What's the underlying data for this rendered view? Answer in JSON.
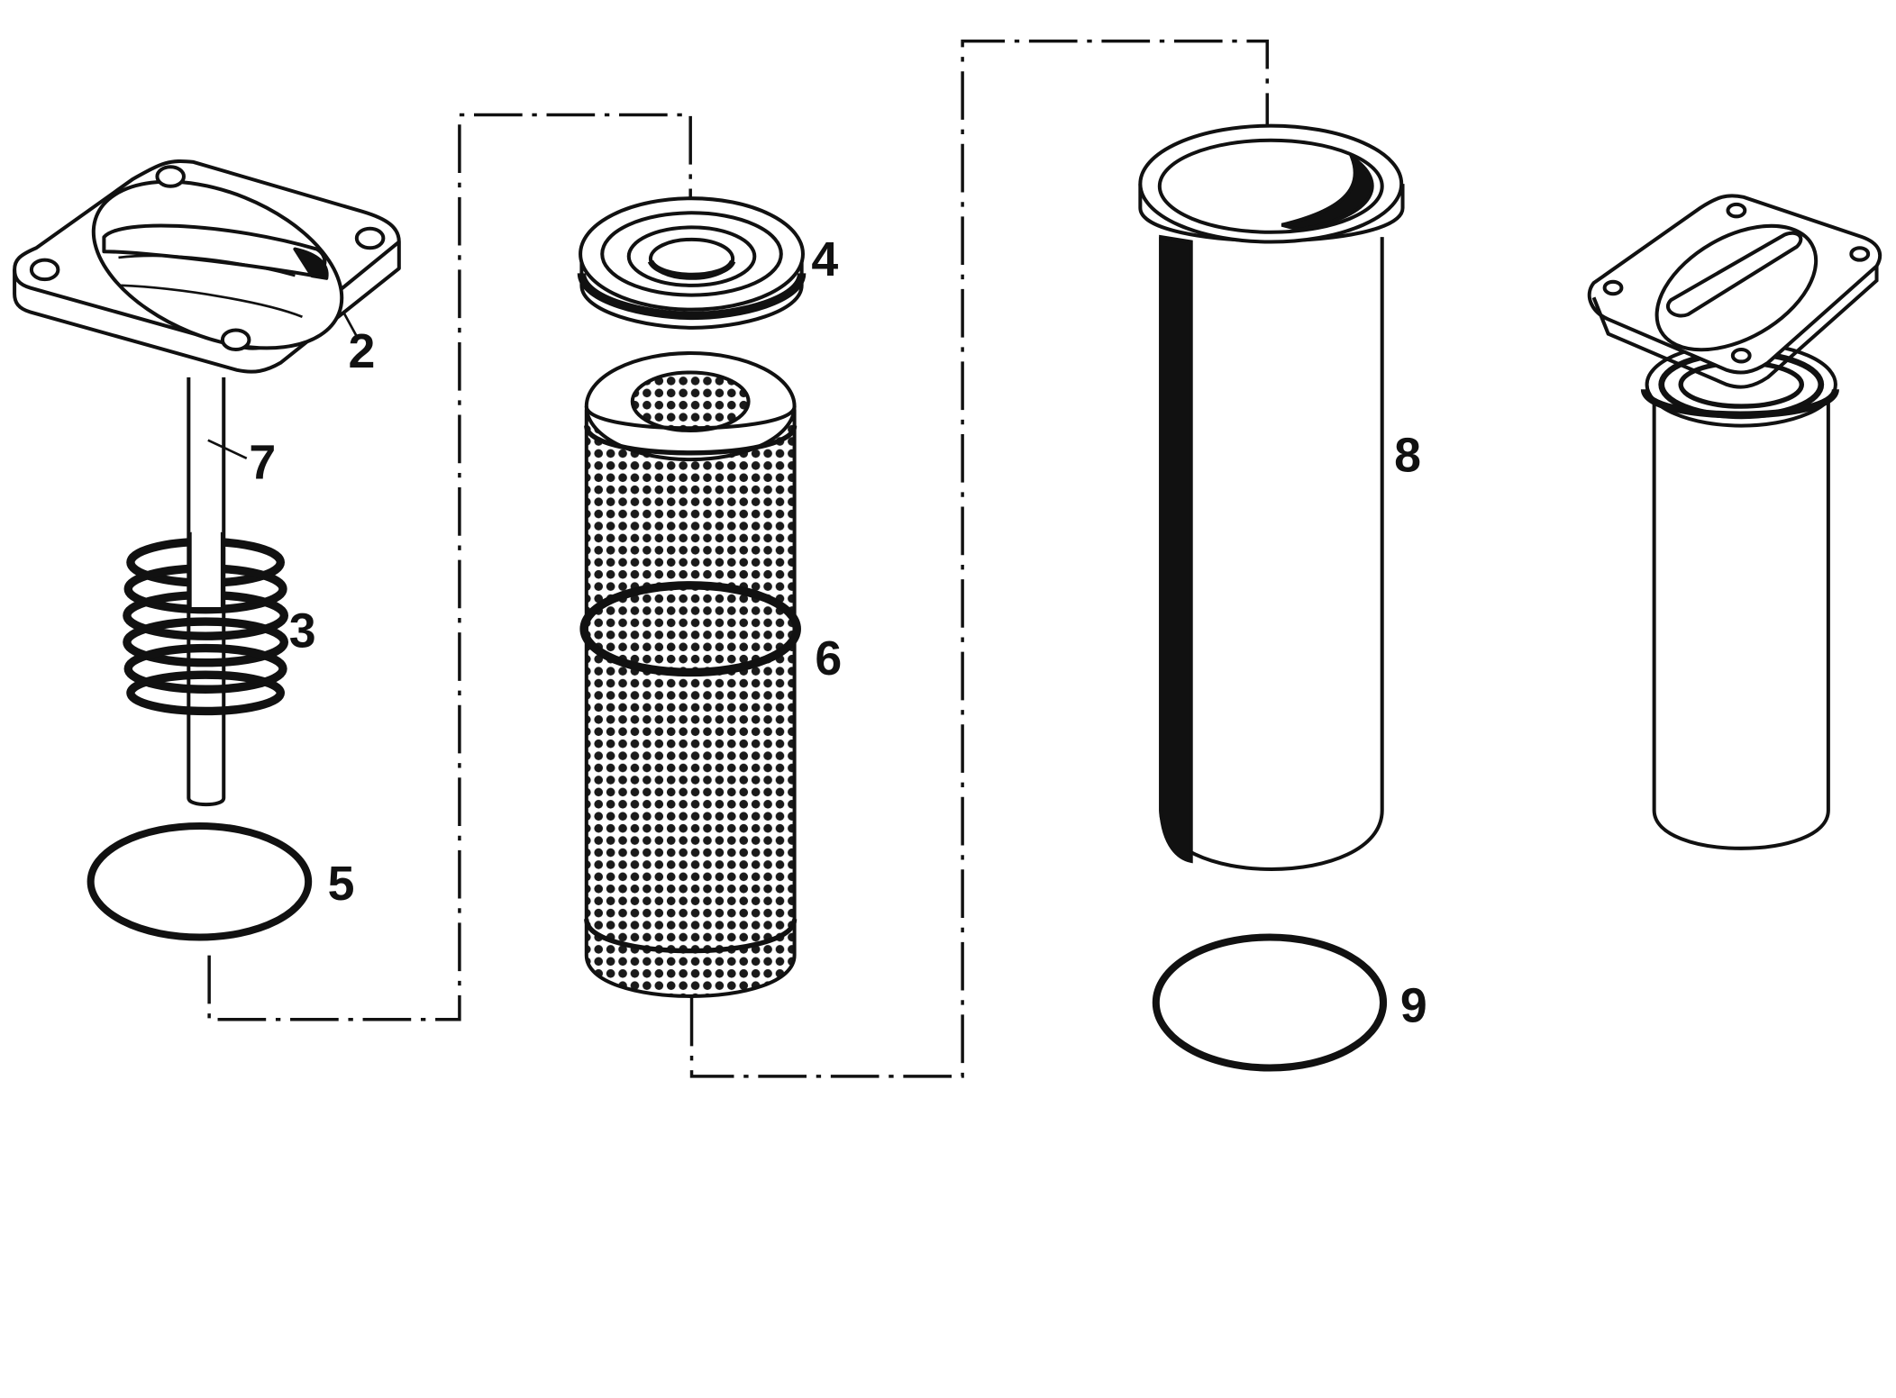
{
  "colors": {
    "ink": "#111111",
    "paper": "#ffffff",
    "mesh": "#1a1a1a"
  },
  "callouts": {
    "cover": "2",
    "spring": "3",
    "seal_disc": "4",
    "o_ring_small": "5",
    "filter_element": "6",
    "rod": "7",
    "housing": "8",
    "o_ring_large": "9"
  },
  "icons": {
    "cover": "cover-plate-icon",
    "rod": "rod-icon",
    "spring": "spring-icon",
    "seal_disc": "seal-disc-icon",
    "filter_element": "mesh-filter-icon",
    "housing": "housing-cylinder-icon",
    "assembled": "assembled-filter-icon"
  }
}
